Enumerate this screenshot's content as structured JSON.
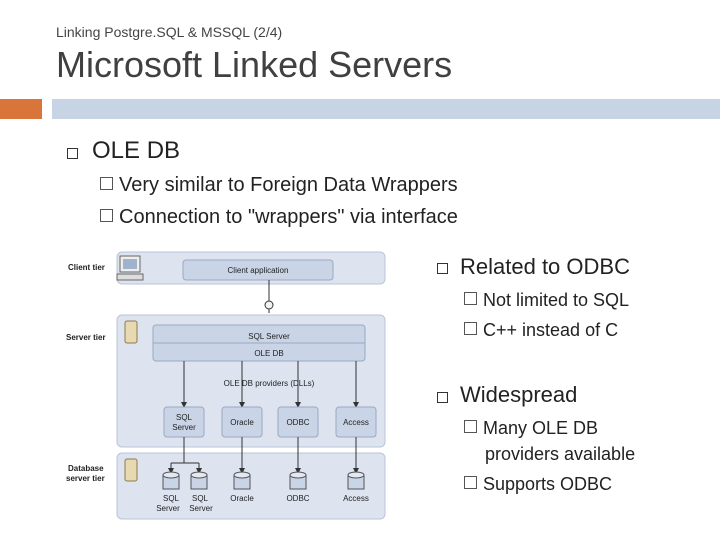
{
  "header": {
    "subtitle": "Linking Postgre.SQL & MSSQL (2/4)",
    "title": "Microsoft Linked Servers"
  },
  "content": {
    "bullet1": {
      "label": "OLE DB",
      "subs": [
        "Very similar to Foreign Data Wrappers",
        "Connection to \"wrappers\" via interface"
      ]
    },
    "bullet2": {
      "label": "Related to ODBC",
      "subs": [
        "Not limited to SQL",
        "C++ instead of C"
      ]
    },
    "bullet3": {
      "label": "Widespread",
      "sub1_line1": "Many OLE DB",
      "sub1_line2": "providers available",
      "sub2": "Supports ODBC"
    }
  },
  "diagram": {
    "client_tier": "Client tier",
    "server_tier": "Server tier",
    "db_tier_line1": "Database",
    "db_tier_line2": "server tier",
    "client_app": "Client application",
    "sql_server": "SQL Server",
    "ole_db": "OLE DB",
    "providers": "OLE DB providers (DLLs)",
    "provider_sql_line1": "SQL",
    "provider_sql_line2": "Server",
    "provider_oracle": "Oracle",
    "provider_odbc": "ODBC",
    "provider_access": "Access",
    "db_sql1_line1": "SQL",
    "db_sql1_line2": "Server",
    "db_sql2_line1": "SQL",
    "db_sql2_line2": "Server",
    "db_oracle": "Oracle",
    "db_odbc": "ODBC",
    "db_access": "Access",
    "colors": {
      "tier_fill": "#dde4f0",
      "tier_stroke": "#b8c4d8",
      "box_fill": "#c9d4e6"
    }
  }
}
